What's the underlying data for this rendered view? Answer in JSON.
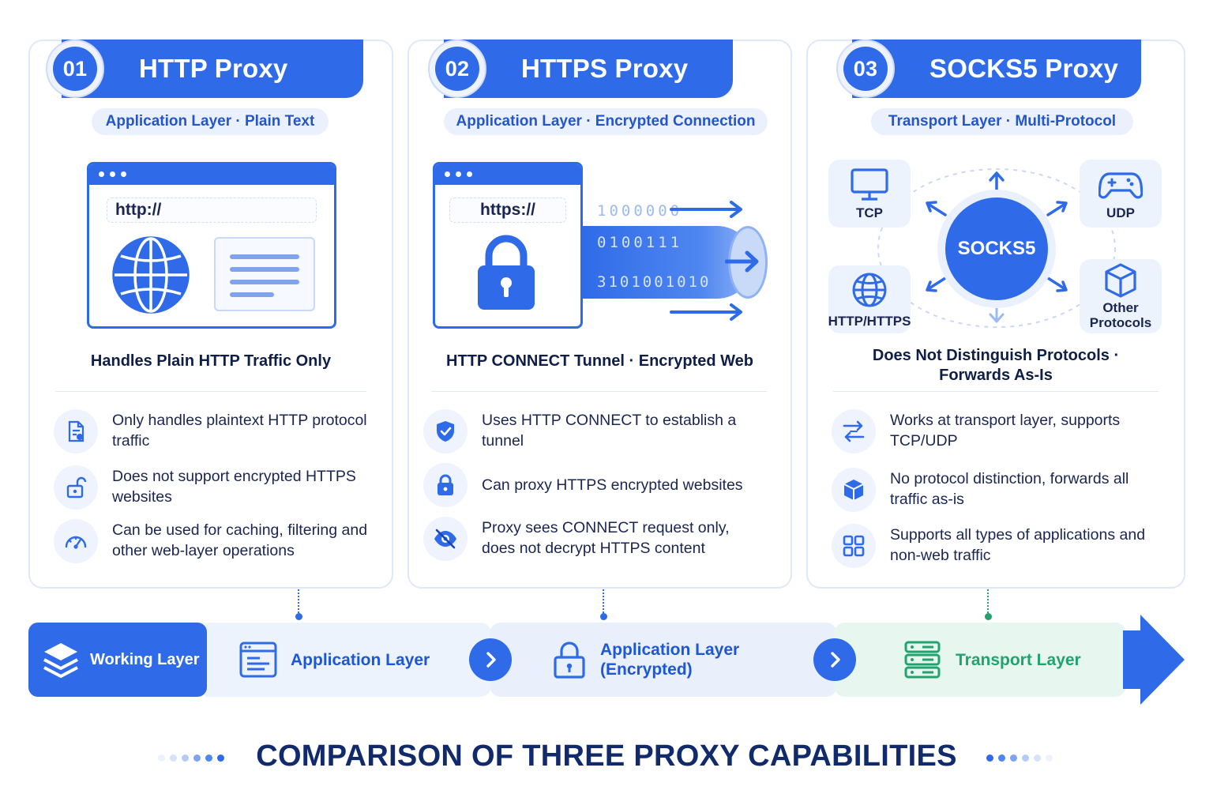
{
  "title": "COMPARISON OF THREE PROXY CAPABILITIES",
  "colors": {
    "primary": "#2f6be8",
    "teal": "#22a36d",
    "navy": "#0f1e46"
  },
  "cards": [
    {
      "number": "01",
      "name": "HTTP Proxy",
      "layer_tag": "Application Layer · Plain Text",
      "url": "http://",
      "caption": "Handles Plain HTTP Traffic Only",
      "features": [
        {
          "icon": "document-icon",
          "text": "Only handles plaintext HTTP protocol traffic"
        },
        {
          "icon": "unlock-icon",
          "text": "Does not support encrypted HTTPS websites"
        },
        {
          "icon": "gauge-icon",
          "text": "Can be used for caching, filtering and other web-layer operations"
        }
      ]
    },
    {
      "number": "02",
      "name": "HTTPS Proxy",
      "layer_tag": "Application Layer · Encrypted Connection",
      "url": "https://",
      "binary": [
        "1000000",
        "0100111",
        "3101001010"
      ],
      "caption": "HTTP CONNECT Tunnel · Encrypted Web",
      "features": [
        {
          "icon": "shield-check-icon",
          "text": "Uses HTTP CONNECT to establish a tunnel"
        },
        {
          "icon": "lock-icon",
          "text": "Can proxy HTTPS encrypted websites"
        },
        {
          "icon": "eye-off-icon",
          "text": "Proxy sees CONNECT request only, does not decrypt HTTPS content"
        }
      ]
    },
    {
      "number": "03",
      "name": "SOCKS5 Proxy",
      "layer_tag": "Transport Layer · Multi-Protocol",
      "hub": "SOCKS5",
      "nodes": [
        "TCP",
        "UDP",
        "HTTP/HTTPS",
        "Other Protocols"
      ],
      "caption": "Does Not Distinguish Protocols · Forwards As-Is",
      "features": [
        {
          "icon": "transfer-arrows-icon",
          "text": "Works at transport layer, supports TCP/UDP"
        },
        {
          "icon": "package-icon",
          "text": "No protocol distinction, forwards all traffic as-is"
        },
        {
          "icon": "grid-icon",
          "text": "Supports all types of applications and non-web traffic"
        }
      ]
    }
  ],
  "flow": {
    "label": "Working Layer",
    "steps": [
      "Application Layer",
      "Application Layer (Encrypted)",
      "Transport Layer"
    ]
  }
}
